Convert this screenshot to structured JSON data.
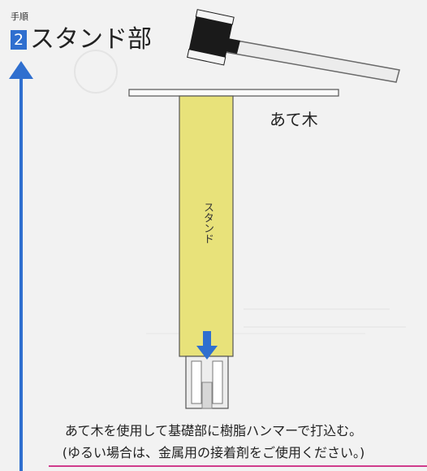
{
  "step": {
    "label": "手順",
    "number": "2",
    "title": "スタンド部"
  },
  "diagram": {
    "plate_label": "あて木",
    "stand_label": "スタンド"
  },
  "caption": {
    "line1": "あて木を使用して基礎部に樹脂ハンマーで打込む。",
    "line2": "(ゆるい場合は、金属用の接着剤をご使用ください。)"
  },
  "colors": {
    "accent_blue": "#2f6fcf",
    "stand_yellow": "#e8e27a",
    "underline_pink": "#d03c8c"
  }
}
